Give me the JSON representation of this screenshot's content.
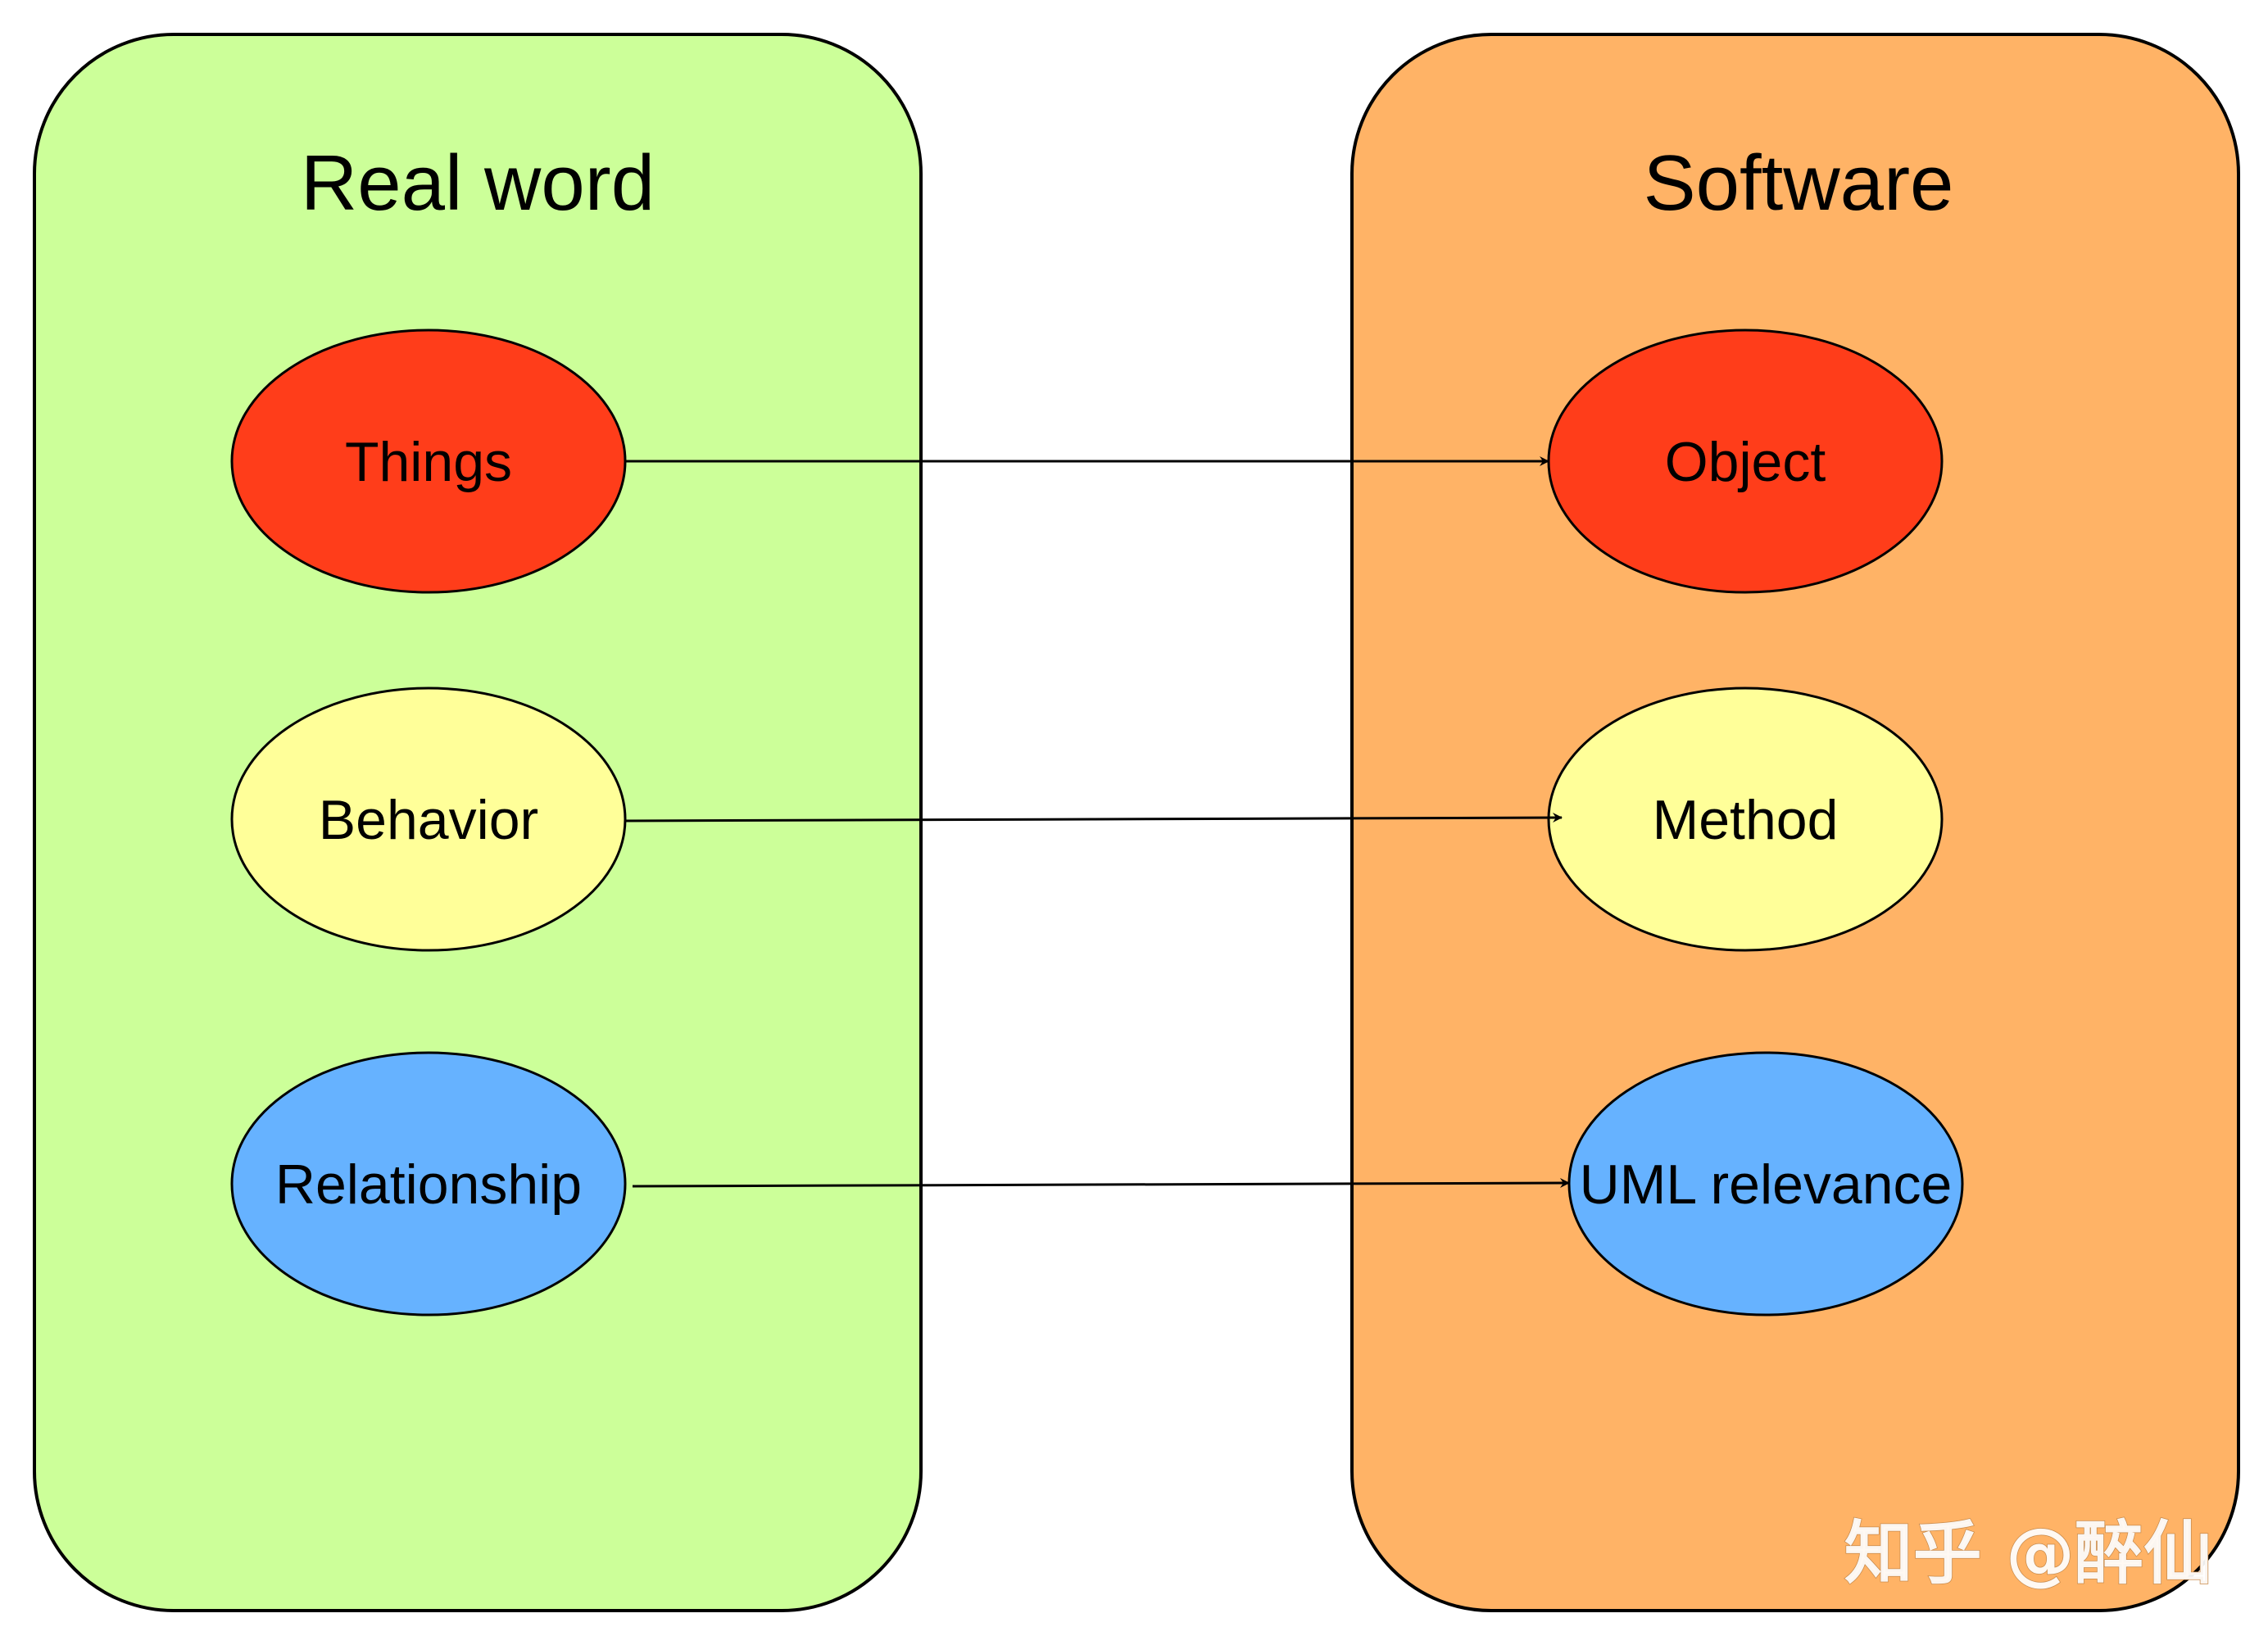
{
  "colors": {
    "real_panel": "#ccff99",
    "software_panel": "#ffb366",
    "things": "#ff3d1a",
    "behavior": "#ffff99",
    "relationship": "#66b2ff",
    "stroke": "#000000"
  },
  "panels": {
    "real": {
      "title": "Real word"
    },
    "software": {
      "title": "Software"
    }
  },
  "nodes": {
    "things": "Things",
    "behavior": "Behavior",
    "relationship": "Relationship",
    "object": "Object",
    "method": "Method",
    "uml": "UML relevance"
  },
  "mappings": [
    {
      "from": "Things",
      "to": "Object"
    },
    {
      "from": "Behavior",
      "to": "Method"
    },
    {
      "from": "Relationship",
      "to": "UML relevance"
    }
  ],
  "watermark": "知乎 @醉仙"
}
